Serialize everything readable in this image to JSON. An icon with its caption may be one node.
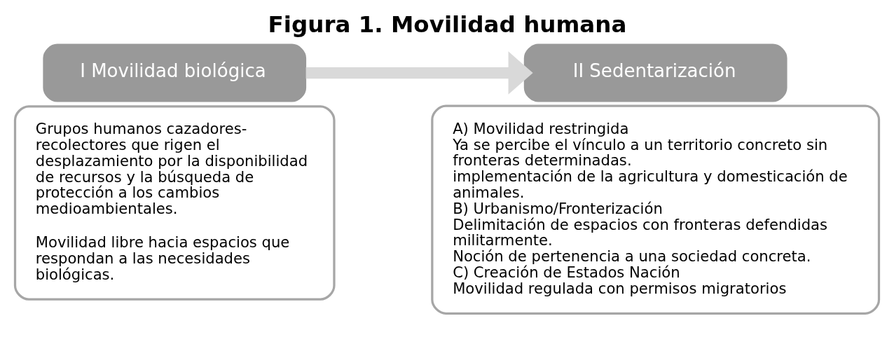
{
  "diagram": {
    "title": "Figura 1. Movilidad humana",
    "nodes": [
      {
        "text": [
          "I Movilidad biológica"
        ]
      },
      {
        "text": [
          "Grupos humanos cazadores-recolectores que rigen el desplazamiento por la disponibilidad de recursos y la búsqueda de protección a los cambios medioambientales.",
          "Movilidad libre hacia espacios que respondan a las necesidades biológicas."
        ]
      },
      {
        "text": [
          "II Sedentarización"
        ]
      },
      {
        "text": [
          "A) Movilidad restringida",
          "Ya se percibe el vínculo a un territorio concreto sin fronteras determinadas.",
          "implementación de la agricultura y domesticación de animales.",
          "B) Urbanismo/Fronterización",
          "Delimitación de espacios con fronteras defendidas militarmente.",
          "Noción de pertenencia a una sociedad concreta.",
          "C) Creación de Estados Nación",
          "Movilidad regulada con permisos migratorios"
        ]
      }
    ],
    "edges": [
      {
        "from": 0,
        "to": 2,
        "arrow": "to",
        "color": "#d9d9d9"
      }
    ]
  }
}
